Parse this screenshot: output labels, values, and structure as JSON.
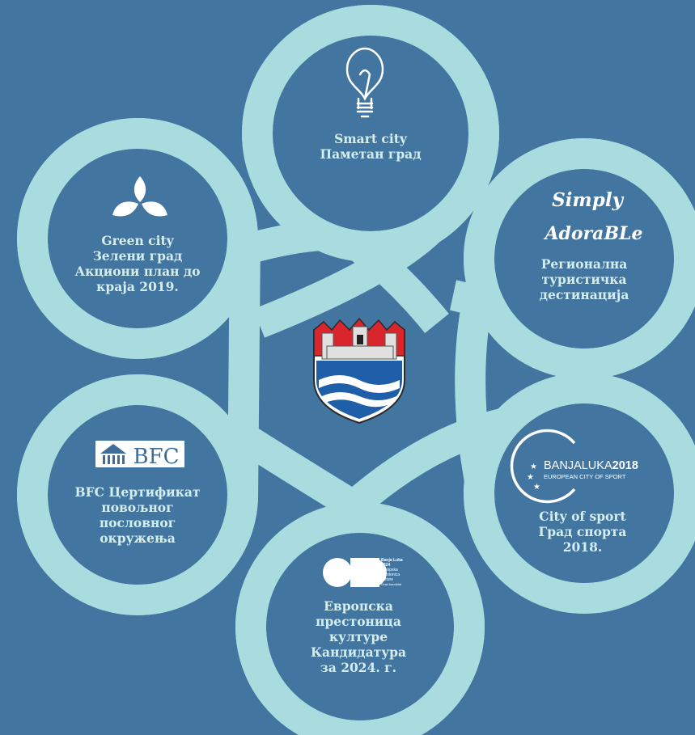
{
  "colors": {
    "background": "#4275a0",
    "ring": "#a9dcde",
    "label": "#d4eef0",
    "white": "#ffffff",
    "crest_red": "#d9262c",
    "crest_blue": "#1f5ea8"
  },
  "center": {
    "emblem": "banja-luka-coat-of-arms"
  },
  "nodes": {
    "smart": {
      "icon": "lightbulb-icon",
      "lines": [
        "Smart city",
        "Паметан град"
      ]
    },
    "green": {
      "icon": "leaf-icon",
      "lines": [
        "Green city",
        "Зелени град",
        "Акциони план до",
        "краја 2019."
      ]
    },
    "tourism": {
      "icon": "simply-adorable-logo",
      "logo_lines": [
        "Simply",
        "AdoraBLe"
      ],
      "lines": [
        "Регионална",
        "туристичка",
        "дестинација"
      ]
    },
    "bfc": {
      "icon": "bfc-logo",
      "logo_text": "BFC",
      "lines": [
        "BFC Цертификат",
        "повољног",
        "пословног",
        "окружења"
      ]
    },
    "sport": {
      "icon": "banjaluka-2018-logo",
      "logo_title_a": "BANJALUKA",
      "logo_title_b": "2018",
      "logo_subtitle": "EUROPEAN CITY OF SPORT",
      "lines": [
        "City of sport",
        "Град спорта",
        "2018."
      ]
    },
    "culture": {
      "icon": "banja-luka-2024-logo",
      "logo_lines": [
        "Banja Luka",
        "2024",
        "Evropska",
        "prestonica",
        "kulture",
        "Grad kandidat"
      ],
      "lines": [
        "Европска",
        "престоница",
        "културе",
        "Кандидатура",
        "за 2024. г."
      ]
    }
  }
}
